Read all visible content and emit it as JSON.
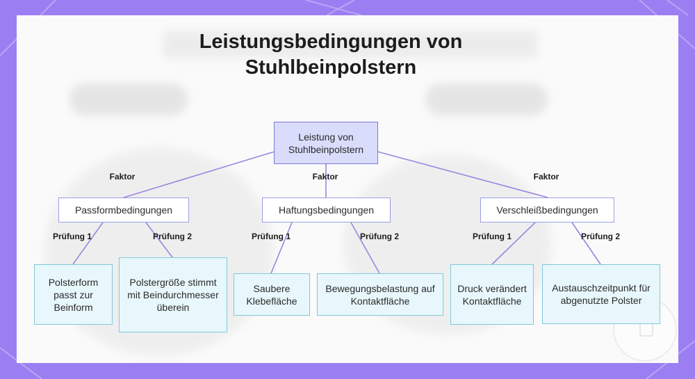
{
  "title": {
    "line1": "Leistungsbedingungen von",
    "line2": "Stuhlbeinpolstern"
  },
  "root": {
    "line1": "Leistung von",
    "line2": "Stuhlbeinpolstern"
  },
  "edge_labels": {
    "factor": "Faktor",
    "test1": "Prüfung 1",
    "test2": "Prüfung 2"
  },
  "branches": [
    {
      "label": "Passformbedingungen",
      "leaves": [
        {
          "text": "Polsterform passt zur Beinform"
        },
        {
          "text": "Polstergröße stimmt mit Beindurchmesser überein"
        }
      ]
    },
    {
      "label": "Haftungsbedingungen",
      "leaves": [
        {
          "text": "Saubere Klebefläche"
        },
        {
          "text": "Bewegungsbelastung auf Kontaktfläche"
        }
      ]
    },
    {
      "label": "Verschleißbedingungen",
      "leaves": [
        {
          "text": "Druck verändert Kontaktfläche"
        },
        {
          "text": "Austauschzeitpunkt für abgenutzte Polster"
        }
      ]
    }
  ],
  "colors": {
    "background": "#9b7ff2",
    "connector": "#9b85e0",
    "root_fill": "#d9dcfb",
    "leaf_fill": "#e8f7fb"
  }
}
